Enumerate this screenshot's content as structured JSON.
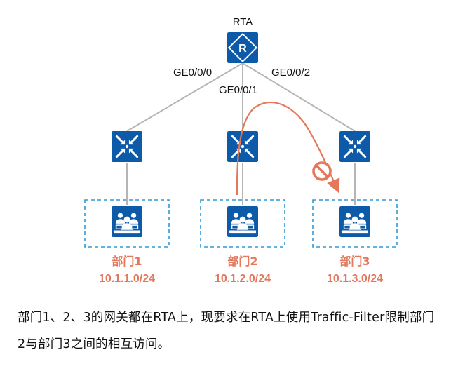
{
  "router": {
    "name": "RTA",
    "ports": [
      "GE0/0/0",
      "GE0/0/1",
      "GE0/0/2"
    ]
  },
  "departments": [
    {
      "name": "部门1",
      "subnet": "10.1.1.0/24"
    },
    {
      "name": "部门2",
      "subnet": "10.1.2.0/24"
    },
    {
      "name": "部门3",
      "subnet": "10.1.3.0/24"
    }
  ],
  "caption": "部门1、2、3的网关都在RTA上，现要求在RTA上使用Traffic-Filter限制部门2与部门3之间的相互访问。",
  "colors": {
    "device": "#0d5aa8",
    "link": "#b5b5b5",
    "box_border": "#2f9ad6",
    "accent": "#e5775a"
  },
  "icons": {
    "router": "router-icon",
    "switch": "switch-icon",
    "group": "user-group-icon",
    "block": "no-entry-icon"
  }
}
